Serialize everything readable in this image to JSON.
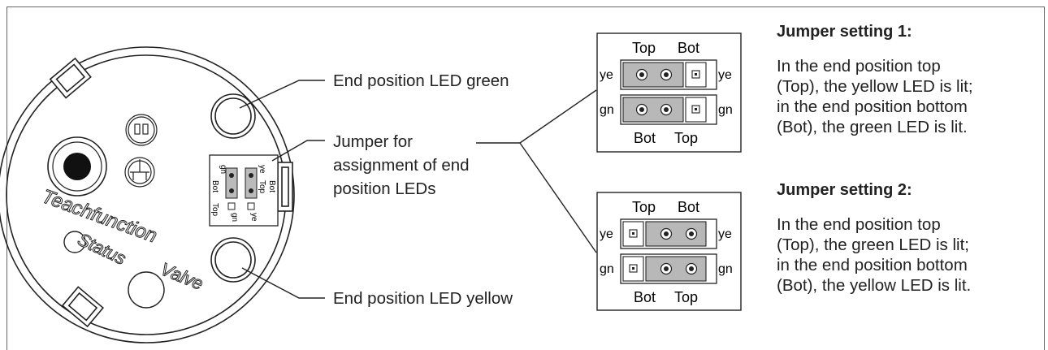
{
  "callouts": {
    "led_green": "End position LED green",
    "jumper_line1": "Jumper for",
    "jumper_line2": "assignment of end",
    "jumper_line3": "position LEDs",
    "led_yellow": "End position LED yellow"
  },
  "device_labels": {
    "teach": "Teachfunction",
    "status": "Status",
    "valve": "Valve"
  },
  "jumper_small": {
    "gn": "gn",
    "ye": "ye",
    "top": "Top",
    "bot": "Bot"
  },
  "jumper_box_1": {
    "top_label": "Top",
    "bot_label": "Bot",
    "row1_left": "ye",
    "row1_right": "ye",
    "row2_left": "gn",
    "row2_right": "gn",
    "bottom_label_left": "Bot",
    "bottom_label_right": "Top"
  },
  "jumper_box_2": {
    "top_label": "Top",
    "bot_label": "Bot",
    "row1_left": "ye",
    "row1_right": "ye",
    "row2_left": "gn",
    "row2_right": "gn",
    "bottom_label_left": "Bot",
    "bottom_label_right": "Top"
  },
  "settings": [
    {
      "title": "Jumper setting 1:",
      "lines": [
        "In the end position top",
        "(Top), the yellow LED is lit;",
        "in the end position bottom",
        "(Bot), the green LED is lit."
      ]
    },
    {
      "title": "Jumper setting 2:",
      "lines": [
        "In the end position top",
        "(Top), the green LED is lit;",
        "in the end position bottom",
        "(Bot), the yellow LED is lit."
      ]
    }
  ]
}
